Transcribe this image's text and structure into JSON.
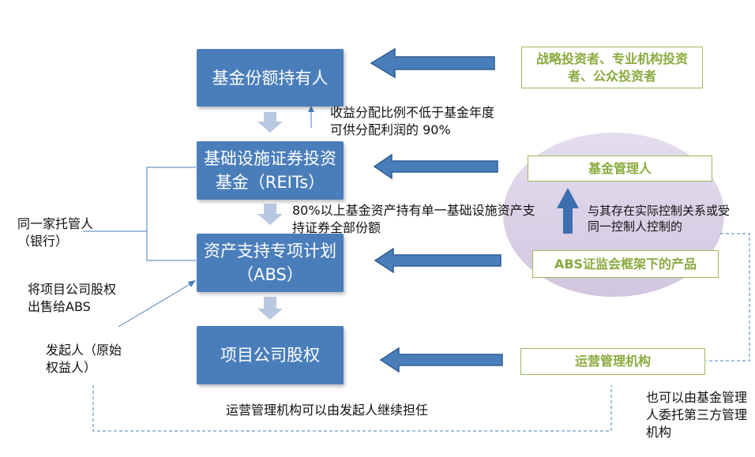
{
  "boxes": {
    "holders": "基金份额持有人",
    "reits": "基础设施证券投资基金（REITs）",
    "abs": "资产支持专项计划（ABS）",
    "equity": "项目公司股权"
  },
  "green_boxes": {
    "investors": "战略投资者、专业机构投资者、公众投资者",
    "fund_manager": "基金管理人",
    "abs_product": "ABS证监会框架下的产品",
    "ops_manager": "运营管理机构"
  },
  "labels": {
    "distribution": "收益分配比例不低于基金年度可供分配利润的 90%",
    "holding": "80%以上基金资产持有单一基础设施资产支持证券全部份额",
    "custodian": "同一家托管人（银行）",
    "sell_equity": "将项目公司股权出售给ABS",
    "sponsor": "发起人（原始权益人）",
    "control": "与其存在实际控制关系或受同一控制人控制的",
    "ops_continue": "运营管理机构可以由发起人继续担任",
    "third_party": "也可以由基金管理人委托第三方管理机构"
  },
  "colors": {
    "box_blue": "#4a7ebb",
    "green": "#9bbb59",
    "ellipse": "#d9d0e6",
    "light_arrow": "#b8c8e0",
    "dashed": "#4a7ebb"
  }
}
